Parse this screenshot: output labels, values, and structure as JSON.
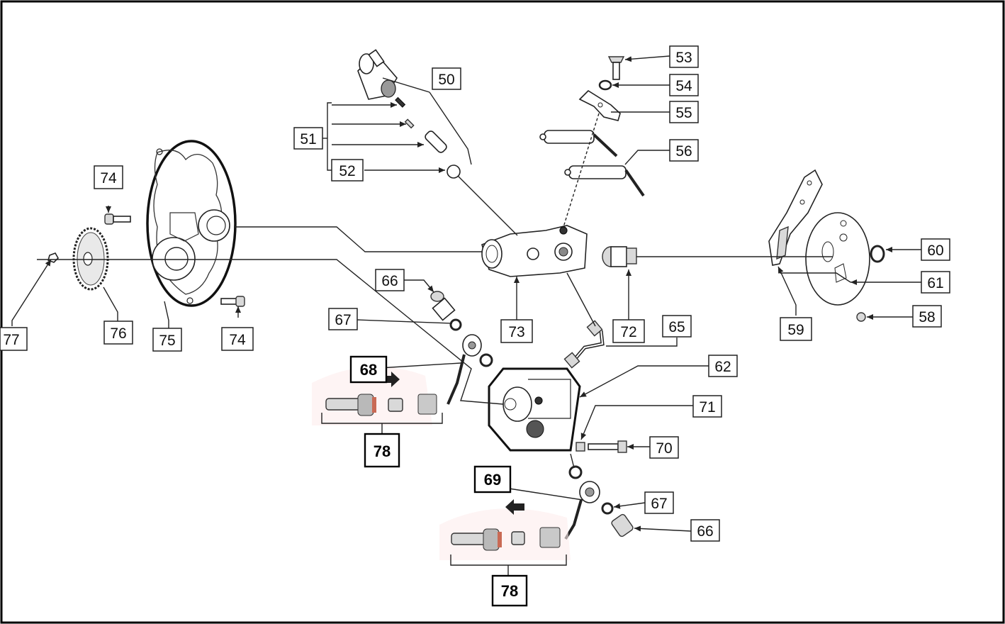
{
  "callouts": [
    {
      "id": "50",
      "text": "50"
    },
    {
      "id": "51",
      "text": "51"
    },
    {
      "id": "52",
      "text": "52"
    },
    {
      "id": "53",
      "text": "53"
    },
    {
      "id": "54",
      "text": "54"
    },
    {
      "id": "55",
      "text": "55"
    },
    {
      "id": "56",
      "text": "56"
    },
    {
      "id": "58",
      "text": "58"
    },
    {
      "id": "59",
      "text": "59"
    },
    {
      "id": "60",
      "text": "60"
    },
    {
      "id": "61",
      "text": "61"
    },
    {
      "id": "62",
      "text": "62"
    },
    {
      "id": "65",
      "text": "65"
    },
    {
      "id": "66a",
      "text": "66"
    },
    {
      "id": "66b",
      "text": "66"
    },
    {
      "id": "67a",
      "text": "67"
    },
    {
      "id": "67b",
      "text": "67"
    },
    {
      "id": "68",
      "text": "68"
    },
    {
      "id": "69",
      "text": "69"
    },
    {
      "id": "70",
      "text": "70"
    },
    {
      "id": "71",
      "text": "71"
    },
    {
      "id": "72",
      "text": "72"
    },
    {
      "id": "73",
      "text": "73"
    },
    {
      "id": "74a",
      "text": "74"
    },
    {
      "id": "74b",
      "text": "74"
    },
    {
      "id": "75",
      "text": "75"
    },
    {
      "id": "76",
      "text": "76"
    },
    {
      "id": "77",
      "text": "77"
    },
    {
      "id": "78a",
      "text": "78"
    },
    {
      "id": "78b",
      "text": "78"
    }
  ]
}
